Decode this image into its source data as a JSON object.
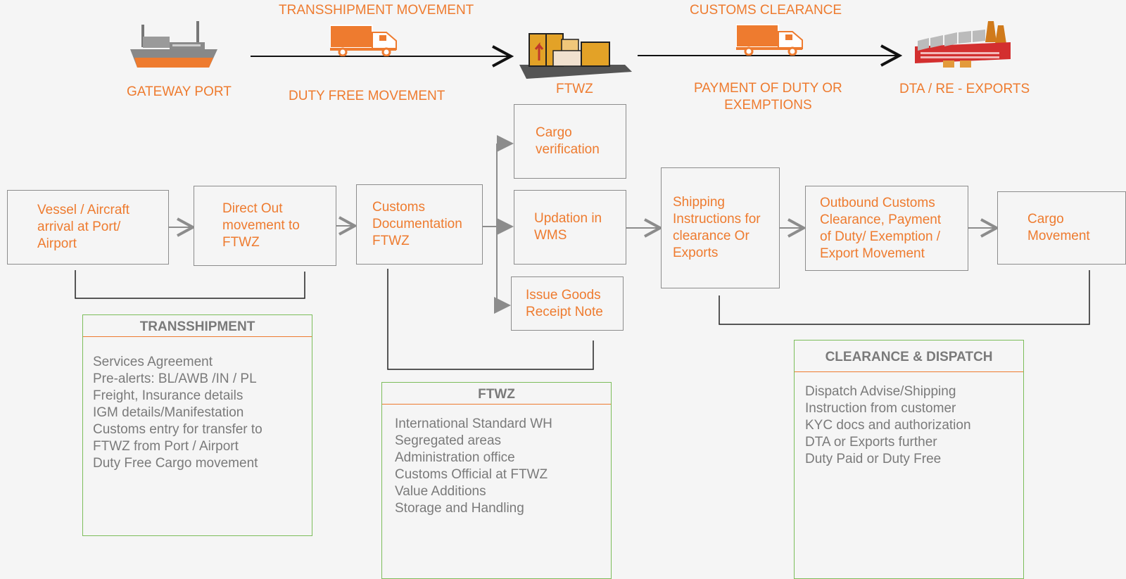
{
  "top": {
    "transshipment_movement": "TRANSSHIPMENT MOVEMENT",
    "duty_free_movement": "DUTY FREE MOVEMENT",
    "customs_clearance": "CUSTOMS CLEARANCE",
    "payment_of_duty": "PAYMENT OF DUTY OR\nEXEMPTIONS",
    "gateway_port": "GATEWAY PORT",
    "ftwz": "FTWZ",
    "dta_exports": "DTA / RE - EXPORTS"
  },
  "flow": {
    "vessel": "Vessel / Aircraft\narrival at Port/\nAirport",
    "direct_out": "Direct Out\nmovement  to\nFTWZ",
    "customs_doc": "Customs\nDocumentation\nFTWZ",
    "cargo_verification": "Cargo\nverification",
    "updation_wms": "Updation in\nWMS",
    "issue_grn": "Issue Goods\nReceipt Note",
    "shipping_instructions": "Shipping\nInstructions for\nclearance Or\nExports",
    "outbound_customs": "Outbound Customs\nClearance, Payment\nof Duty/ Exemption /\nExport Movement",
    "cargo_movement": "Cargo\nMovement"
  },
  "panels": {
    "transshipment": {
      "title": "TRANSSHIPMENT",
      "items": [
        "Services Agreement",
        "Pre-alerts: BL/AWB /IN / PL",
        "Freight, Insurance details",
        "IGM details/Manifestation",
        "Customs entry for transfer to",
        "FTWZ from Port / Airport",
        "Duty Free Cargo movement"
      ]
    },
    "ftwz": {
      "title": "FTWZ",
      "items": [
        "International Standard WH",
        "Segregated areas",
        "Administration office",
        "Customs Official at FTWZ",
        "Value Additions",
        "Storage and Handling"
      ]
    },
    "clearance": {
      "title": "CLEARANCE & DISPATCH",
      "items": [
        "Dispatch Advise/Shipping",
        "Instruction from customer",
        "KYC docs and authorization",
        "DTA or Exports further",
        "Duty Paid or Duty Free"
      ]
    }
  },
  "colors": {
    "accent": "#ee7b2f",
    "panel_border": "#7cbd5a",
    "box_border": "#8c8c8c",
    "text_gray": "#7a7a7a"
  },
  "icons": [
    "ship-icon",
    "truck-icon",
    "warehouse-icon",
    "factory-icon"
  ]
}
